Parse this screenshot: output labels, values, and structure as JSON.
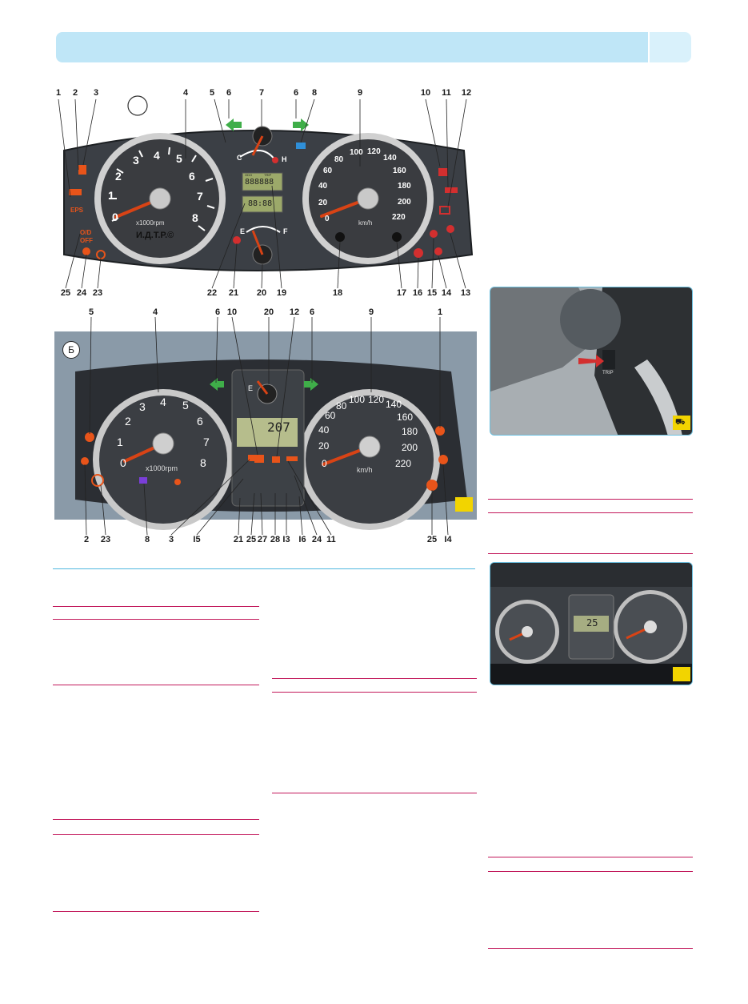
{
  "figure_a": {
    "circle_label": "",
    "callouts": {
      "top": [
        "1",
        "2",
        "3",
        "4",
        "5",
        "6",
        "7",
        "6",
        "8",
        "9",
        "10",
        "11",
        "12"
      ],
      "bottom": [
        "25",
        "24",
        "23",
        "22",
        "21",
        "20",
        "19",
        "18",
        "17",
        "16",
        "15",
        "14",
        "13"
      ]
    },
    "tachometer": {
      "ticks": [
        "0",
        "1",
        "2",
        "3",
        "4",
        "5",
        "6",
        "7",
        "8"
      ],
      "unit": "x1000rpm",
      "brand": "И.Д.Т.Р.©"
    },
    "speedometer": {
      "ticks": [
        "0",
        "20",
        "40",
        "60",
        "80",
        "100",
        "120",
        "140",
        "160",
        "180",
        "200",
        "220"
      ],
      "unit": "km/h"
    },
    "temp_gauge": {
      "cold": "C",
      "hot": "H"
    },
    "fuel_gauge": {
      "empty": "E",
      "full": "F"
    },
    "odo_labels": {
      "odo": "ODO",
      "trip": "TRIP"
    },
    "lcd_upper": "888888",
    "lcd_lower": "88:88",
    "indicators": {
      "eps": "EPS",
      "od_off_1": "O/D",
      "od_off_2": "OFF"
    }
  },
  "figure_b": {
    "circle_label": "Б",
    "callouts": {
      "top": [
        "5",
        "4",
        "6",
        "10",
        "20",
        "12",
        "6",
        "9",
        "1"
      ],
      "bottom": [
        "2",
        "23",
        "8",
        "3",
        "I5",
        "21",
        "25",
        "27",
        "28",
        "I3",
        "I6",
        "24",
        "11",
        "25",
        "I4"
      ]
    },
    "tachometer": {
      "ticks": [
        "0",
        "1",
        "2",
        "3",
        "4",
        "5",
        "6",
        "7",
        "8"
      ],
      "unit": "x1000rpm"
    },
    "speedometer": {
      "ticks": [
        "0",
        "20",
        "40",
        "60",
        "80",
        "100",
        "120",
        "140",
        "160",
        "180",
        "200",
        "220"
      ],
      "unit": "km/h"
    },
    "fuel_gauge": {
      "empty": "E"
    },
    "lcd_text": "207"
  },
  "photo_1": {
    "button_label": "TRIP"
  },
  "photo_2": {
    "lcd_text": "25"
  },
  "colors": {
    "header": "#bfe6f7",
    "rule_magenta": "#c2185b",
    "rule_cyan": "#4fb8de",
    "needle": "#d84315",
    "warning_orange": "#e8541a",
    "turn_green": "#3fae49"
  }
}
